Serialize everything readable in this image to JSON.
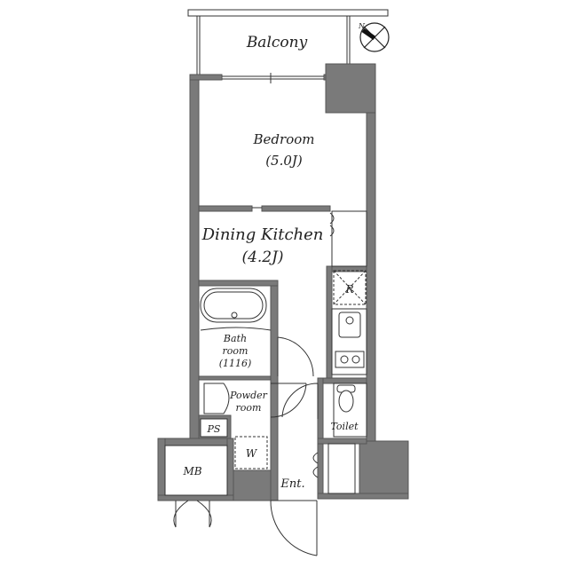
{
  "rooms": {
    "balcony": "Balcony",
    "bedroom": "Bedroom",
    "bedroom_size": "(5.0J)",
    "dining_kitchen": "Dining Kitchen",
    "dining_kitchen_size": "(4.2J)",
    "bath_line1": "Bath",
    "bath_line2": "room",
    "bath_line3": "(1116)",
    "powder_line1": "Powder",
    "powder_line2": "room",
    "toilet": "Toilet",
    "ps": "PS",
    "mb": "MB",
    "washer": "W",
    "refrigerator": "R",
    "entrance": "Ent."
  },
  "compass": {
    "label": "N",
    "icon": "north-arrow-icon"
  },
  "colors": {
    "wall": "#7a7a7a",
    "line": "#333333"
  }
}
